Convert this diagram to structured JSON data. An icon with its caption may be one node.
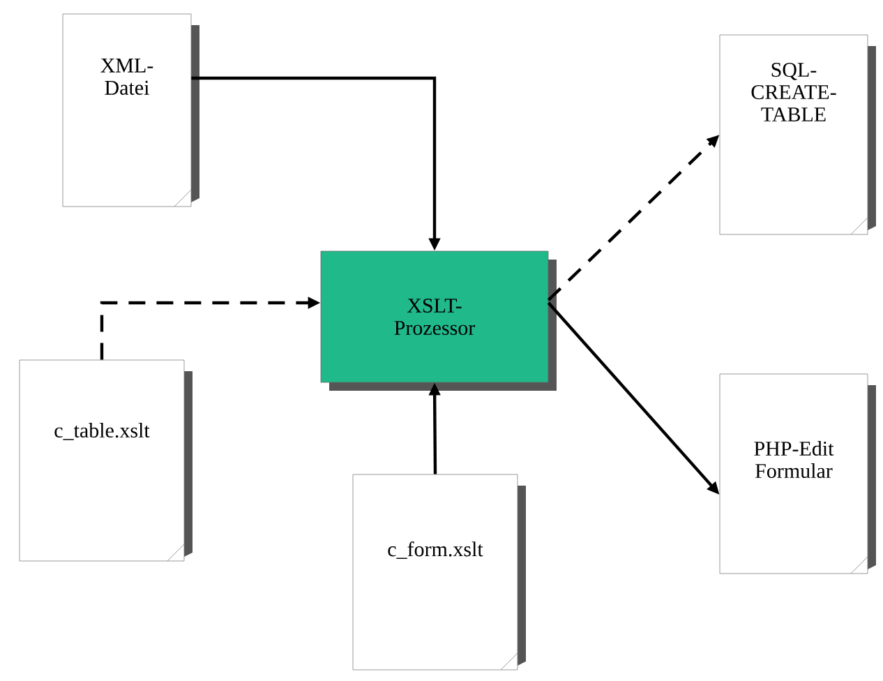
{
  "diagram": {
    "nodes": [
      {
        "text": [
          "XML- Datei"
        ]
      },
      {
        "text": [
          "XSLT- Prozessor"
        ]
      },
      {
        "text": [
          "SQL- CREATE- TABLE"
        ]
      },
      {
        "text": [
          "c_table.xslt"
        ]
      },
      {
        "text": [
          "c_form.xslt"
        ]
      },
      {
        "text": [
          "PHP-Edit Formular"
        ]
      }
    ],
    "edges": [
      {
        "from": 0,
        "to": 1,
        "arrow": "to"
      },
      {
        "from": 3,
        "to": 1,
        "arrow": "to",
        "style": "dashed"
      },
      {
        "from": 4,
        "to": 1,
        "arrow": "to"
      },
      {
        "from": 1,
        "to": 2,
        "arrow": "to",
        "style": "dashed"
      },
      {
        "from": 1,
        "to": 5,
        "arrow": "to"
      }
    ]
  }
}
